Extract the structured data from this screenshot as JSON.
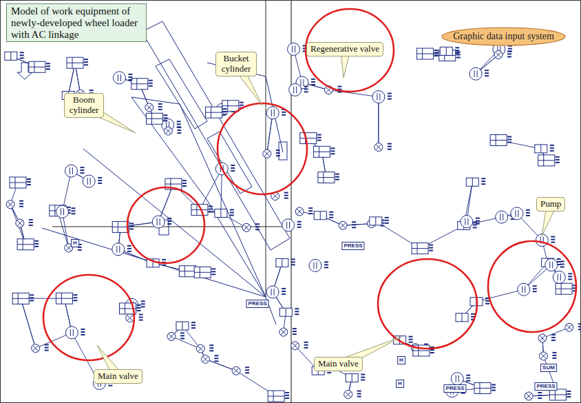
{
  "diagram": {
    "nodes": [
      {
        "text": [
          "Model of work equipment of newly-developed wheel loader with AC linkage"
        ]
      },
      {
        "text": [
          "Bucket cylinder"
        ]
      },
      {
        "text": [
          "Regenerative valve"
        ]
      },
      {
        "text": [
          "Graphic data input system"
        ]
      },
      {
        "text": [
          "Boom cylinder"
        ]
      },
      {
        "text": [
          "Pump"
        ]
      },
      {
        "text": [
          "Main valve"
        ]
      },
      {
        "text": [
          "Main valve"
        ]
      }
    ],
    "labels": [
      "PRESS",
      "PRESS",
      "PRESS",
      "PRESS",
      "SUM",
      "H",
      "H",
      "H"
    ]
  }
}
